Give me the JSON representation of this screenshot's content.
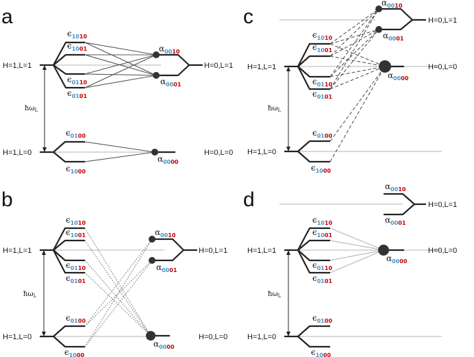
{
  "colors": {
    "ink": "#222222",
    "blue": "#4a90c8",
    "red": "#c00000"
  },
  "panels": {
    "a": {
      "label": "a",
      "left_upper": "H=1,L=1",
      "left_lower": "H=1,L=0",
      "right_upper": "H=0,L=1",
      "right_lower": "H=0,L=0",
      "hw_label": "ħω",
      "hw_sub": "L",
      "eps_upper": [
        {
          "b": "10",
          "r": "10"
        },
        {
          "b": "10",
          "r": "01"
        },
        {
          "b": "01",
          "r": "10"
        },
        {
          "b": "01",
          "r": "01"
        }
      ],
      "eps_lower": [
        {
          "b": "01",
          "r": "00"
        },
        {
          "b": "10",
          "r": "00"
        }
      ],
      "alpha": [
        {
          "b": "00",
          "r": "10"
        },
        {
          "b": "00",
          "r": "01"
        },
        {
          "b": "00",
          "r": "00"
        }
      ]
    },
    "b": {
      "label": "b",
      "left_upper": "H=1,L=1",
      "left_lower": "H=1,L=0",
      "right_upper": "H=0,L=1",
      "right_lower": "H=0,L=0",
      "hw_label": "ħω",
      "hw_sub": "L",
      "eps_upper": [
        {
          "b": "10",
          "r": "10"
        },
        {
          "b": "10",
          "r": "01"
        },
        {
          "b": "01",
          "r": "10"
        },
        {
          "b": "01",
          "r": "01"
        }
      ],
      "eps_lower": [
        {
          "b": "01",
          "r": "00"
        },
        {
          "b": "10",
          "r": "00"
        }
      ],
      "alpha": [
        {
          "b": "00",
          "r": "10"
        },
        {
          "b": "00",
          "r": "01"
        },
        {
          "b": "00",
          "r": "00"
        }
      ]
    },
    "c": {
      "label": "c",
      "left_upper": "H=1,L=1",
      "left_lower": "H=1,L=0",
      "right_upper": "H=0,L=1",
      "right_lower": "H=0,L=0",
      "hw_label": "ħω",
      "hw_sub": "L",
      "eps_upper": [
        {
          "b": "10",
          "r": "10"
        },
        {
          "b": "10",
          "r": "01"
        },
        {
          "b": "01",
          "r": "10"
        },
        {
          "b": "01",
          "r": "01"
        }
      ],
      "eps_lower": [
        {
          "b": "01",
          "r": "00"
        },
        {
          "b": "10",
          "r": "00"
        }
      ],
      "alpha": [
        {
          "b": "00",
          "r": "10"
        },
        {
          "b": "00",
          "r": "01"
        },
        {
          "b": "00",
          "r": "00"
        }
      ]
    },
    "d": {
      "label": "d",
      "left_upper": "H=1,L=1",
      "left_lower": "H=1,L=0",
      "right_upper": "H=0,L=1",
      "right_lower": "H=0,L=0",
      "hw_label": "ħω",
      "hw_sub": "L",
      "eps_upper": [
        {
          "b": "10",
          "r": "10"
        },
        {
          "b": "10",
          "r": "01"
        },
        {
          "b": "01",
          "r": "10"
        },
        {
          "b": "01",
          "r": "01"
        }
      ],
      "eps_lower": [
        {
          "b": "01",
          "r": "00"
        },
        {
          "b": "10",
          "r": "00"
        }
      ],
      "alpha": [
        {
          "b": "00",
          "r": "10"
        },
        {
          "b": "00",
          "r": "01"
        },
        {
          "b": "00",
          "r": "00"
        }
      ]
    }
  },
  "symbols": {
    "epsilon": "ϵ",
    "alpha": "α"
  }
}
